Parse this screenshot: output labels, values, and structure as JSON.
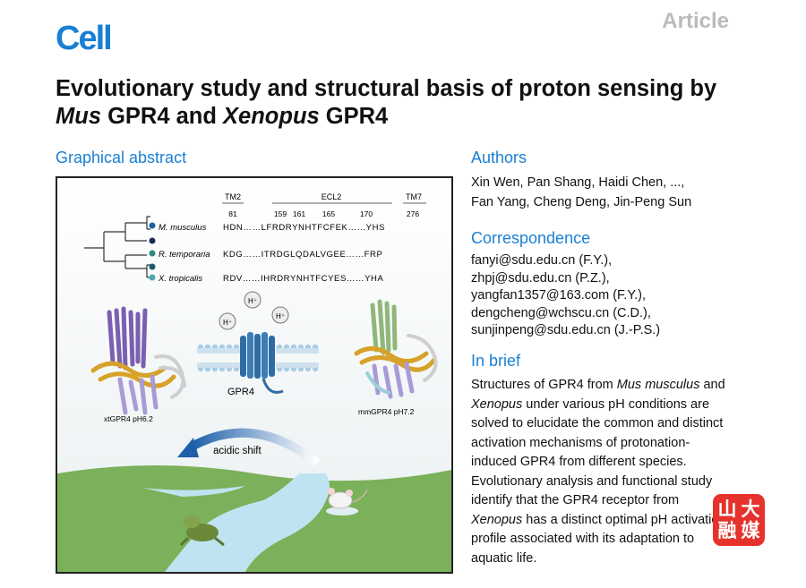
{
  "journal": {
    "logo_text": "Cell",
    "article_type": "Article"
  },
  "title": {
    "part1": "Evolutionary study and structural basis of proton sensing by ",
    "italic1": "Mus",
    "part2": " GPR4 and ",
    "italic2": "Xenopus",
    "part3": " GPR4"
  },
  "graphical_abstract": {
    "heading": "Graphical abstract",
    "alignment_headers": {
      "tm2": "TM2",
      "ecl2": "ECL2",
      "tm7": "TM7"
    },
    "positions": [
      "81",
      "159",
      "161",
      "165",
      "170",
      "276"
    ],
    "species": [
      {
        "name": "M. musculus",
        "sequence": "HDN……LFRDRYNHTFCFEK……YHS"
      },
      {
        "name": "R. temporaria",
        "sequence": "KDG……ITRDGLQDALVGEE……FRP"
      },
      {
        "name": "X. tropicalis",
        "sequence": "RDV……IHRDRYNHTFCYES……YHA"
      }
    ],
    "proton_label": "H⁺",
    "receptor_label": "GPR4",
    "left_structure_label": "xtGPR4 pH6.2",
    "right_structure_label": "mmGPR4 pH7.2",
    "arrow_label": "acidic shift"
  },
  "authors": {
    "heading": "Authors",
    "line1": "Xin Wen, Pan Shang, Haidi Chen, ...,",
    "line2": "Fan Yang, Cheng Deng, Jin-Peng Sun"
  },
  "correspondence": {
    "heading": "Correspondence",
    "emails": [
      "fanyi@sdu.edu.cn (F.Y.),",
      "zhpj@sdu.edu.cn (P.Z.),",
      "yangfan1357@163.com (F.Y.),",
      "dengcheng@wchscu.cn (C.D.),",
      "sunjinpeng@sdu.edu.cn (J.-P.S.)"
    ]
  },
  "in_brief": {
    "heading": "In brief",
    "t1": "Structures of GPR4 from ",
    "i1": "Mus musculus",
    "t2": " and ",
    "i2": "Xenopus",
    "t3": " under various pH conditions are solved to elucidate the common and distinct activation mechanisms of protonation-induced GPR4 from different species. Evolutionary analysis and functional study identify that the GPR4 receptor from ",
    "i3": "Xenopus",
    "t4": " has a distinct optimal pH activation profile associated with its adaptation to aquatic life."
  },
  "watermark": {
    "chars": [
      "山",
      "大",
      "融",
      "媒"
    ]
  },
  "colors": {
    "accent": "#1a7fd4",
    "residue_highlight": "#d0302a",
    "grass": "#7bb15a",
    "river": "#bfe3f0"
  }
}
